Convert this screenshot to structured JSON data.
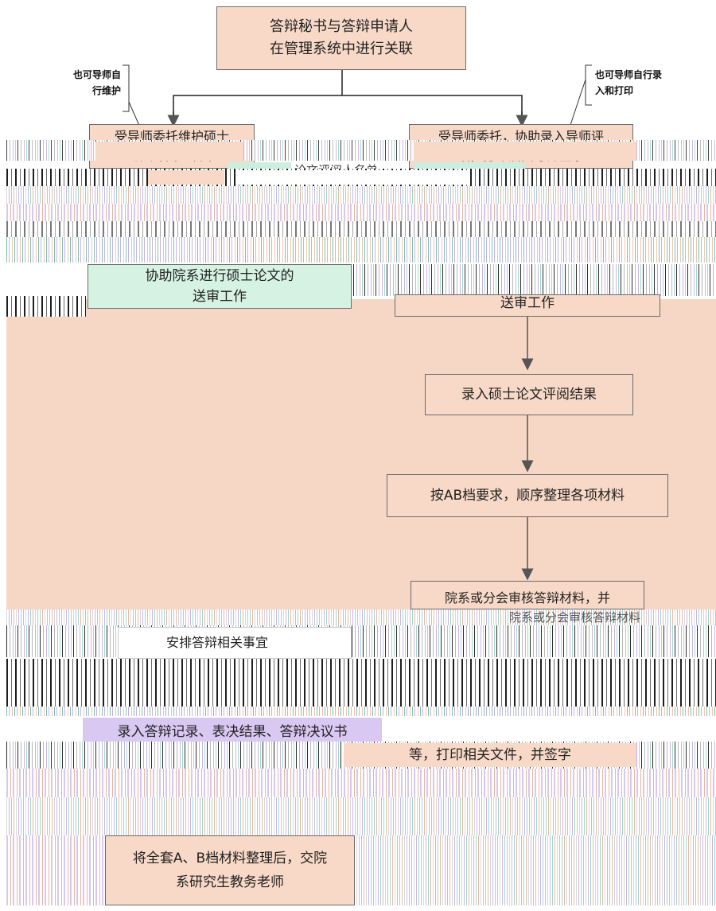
{
  "flowchart": {
    "nodes": {
      "associate": "答辩秘书与答辩申请人\n在管理系统中进行关联",
      "maintain_list": "受导师委托维护硕士\n论文评阅人名单",
      "enter_print": "受导师委托，协助录入导师评\n语，打印后由导师签字",
      "assist_review": "协助院系进行硕士论文的\n送审工作",
      "review_work_tail": "送审工作",
      "enter_results": "录入硕士论文评阅结果",
      "organize": "按AB档要求，顺序整理各项材料",
      "dept_review": "院系或分会审核答辩材料，并",
      "defense_arrange": "安排答辩相关事宜",
      "enter_records": "录入答辩记录、表决结果、答辩决议书",
      "print_sign": "等，打印相关文件，并签字",
      "submit": "将全套A、B档材料整理后，交院\n系研究生教务老师"
    },
    "notes": {
      "left": "也可导师自\n行维护",
      "right": "也可导师自行录\n入和打印"
    },
    "fragments": {
      "review_list": "论文评阅人名单",
      "defense_committee": "院系或分会审核答辩材料",
      "defense_tail": "安排答辩相关事宜"
    }
  }
}
